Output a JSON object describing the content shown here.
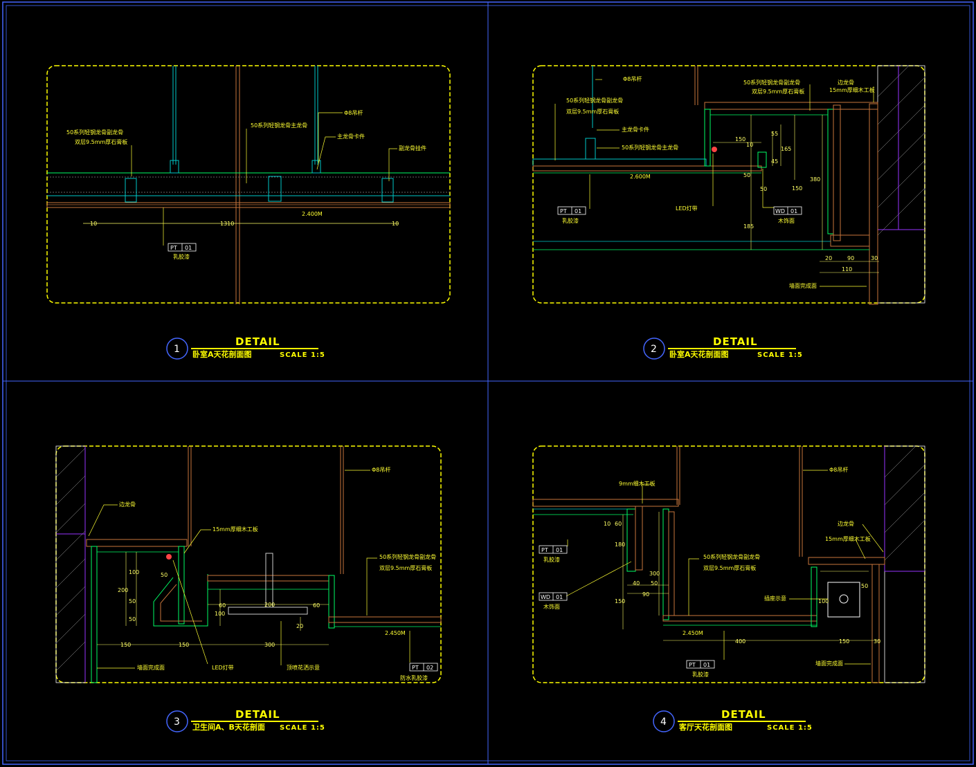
{
  "colors": {
    "background": "#000000",
    "frame": "#4466ff",
    "border": "#ffff00",
    "wood": "#c8763c",
    "gypsum": "#00ff66",
    "hanger": "#00c8c8",
    "wall": "#ffffff",
    "purple": "#9933ff"
  },
  "details": [
    {
      "number": "1",
      "heading": "DETAIL",
      "title": "卧室A天花剖面图",
      "scale": "SCALE 1:5",
      "labels": {
        "aux_keel": "50系列轻钢龙骨副龙骨",
        "board": "双层9.5mm厚石膏板",
        "main_keel": "50系列轻钢龙骨主龙骨",
        "rod": "Φ8吊杆",
        "clip": "主龙骨卡件",
        "connector": "副龙骨挂件",
        "level": "2.400M",
        "paint": "乳胶漆"
      },
      "tag": {
        "code": "PT",
        "num": "01"
      },
      "dims": [
        "10",
        "1310",
        "10"
      ]
    },
    {
      "number": "2",
      "heading": "DETAIL",
      "title": "卧室A天花剖面图",
      "scale": "SCALE 1:5",
      "labels": {
        "rod": "Φ8吊杆",
        "aux_keel": "50系列轻钢龙骨副龙骨",
        "board": "双层9.5mm厚石膏板",
        "clip": "主龙骨卡件",
        "main_keel": "50系列轻钢龙骨主龙骨",
        "aux_keel_2": "50系列轻钢龙骨副龙骨",
        "board_2": "双层9.5mm厚石膏板",
        "edge_keel": "边龙骨",
        "plywood": "15mm厚细木工板",
        "level": "2.600M",
        "paint": "乳胶漆",
        "led": "LED灯带",
        "wood": "木饰面",
        "wall_line": "墙面完成面"
      },
      "tag": {
        "code": "PT",
        "num": "01"
      },
      "tag2": {
        "code": "WD",
        "num": "01"
      },
      "dims": [
        "150",
        "10",
        "55",
        "165",
        "45",
        "50",
        "50",
        "150",
        "380",
        "185",
        "20",
        "90",
        "110",
        "30"
      ]
    },
    {
      "number": "3",
      "heading": "DETAIL",
      "title": "卫生间A、B天花剖面",
      "scale": "SCALE 1:5",
      "labels": {
        "rod": "Φ8吊杆",
        "edge_keel": "边龙骨",
        "plywood": "15mm厚细木工板",
        "aux_keel": "50系列轻钢龙骨副龙骨",
        "board": "双层9.5mm厚石膏板",
        "level": "2.450M",
        "wall_line": "墙面完成面",
        "led": "LED灯带",
        "shower": "顶喷花洒示意",
        "waterproof": "防水乳胶漆"
      },
      "tag": {
        "code": "PT",
        "num": "02"
      },
      "dims": [
        "100",
        "50",
        "200",
        "50",
        "50",
        "60",
        "200",
        "60",
        "100",
        "20",
        "150",
        "150",
        "300"
      ]
    },
    {
      "number": "4",
      "heading": "DETAIL",
      "title": "客厅天花剖面图",
      "scale": "SCALE 1:5",
      "labels": {
        "plywood_9": "9mm细木工板",
        "rod": "Φ8吊杆",
        "aux_keel": "50系列轻钢龙骨副龙骨",
        "board": "双层9.5mm厚石膏板",
        "edge_keel": "边龙骨",
        "plywood": "15mm厚细木工板",
        "socket": "插座示意",
        "level": "2.450M",
        "paint": "乳胶漆",
        "wood": "木饰面",
        "wall_line": "墙面完成面"
      },
      "tag": {
        "code": "PT",
        "num": "01"
      },
      "tag2": {
        "code": "WD",
        "num": "01"
      },
      "dims": [
        "10",
        "60",
        "180",
        "300",
        "40",
        "50",
        "90",
        "150",
        "400",
        "150",
        "30",
        "100",
        "50"
      ]
    }
  ]
}
